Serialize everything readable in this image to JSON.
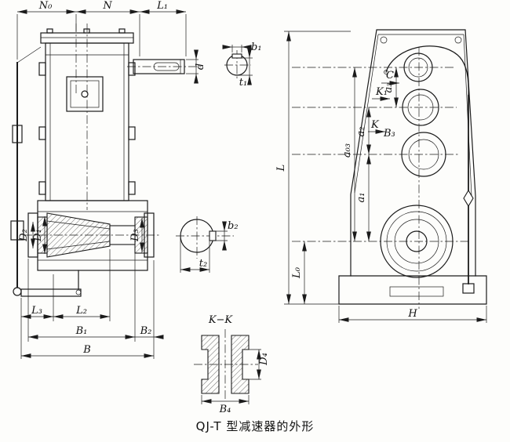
{
  "caption": "QJ-T 型减速器的外形",
  "left_view": {
    "dims_top": {
      "n0": "N₀",
      "n": "N",
      "l1": "L₁"
    },
    "shaft_dim": "d",
    "bore_dims": {
      "d1": "D₁",
      "d2": "D₂",
      "d3": "D₃"
    },
    "dims_bottom": {
      "l3": "L₃",
      "l2": "L₂",
      "b1": "B₁",
      "b2": "B₂",
      "b": "B"
    }
  },
  "details": {
    "key_section_1": {
      "b1": "b₁",
      "t1": "t₁"
    },
    "key_section_2": {
      "b2": "b₂",
      "t2": "t₂"
    },
    "kk_section": {
      "title": "K−K",
      "d4": "D₄",
      "b4": "B₄"
    }
  },
  "right_view": {
    "callouts": {
      "c": "C",
      "k1": "K₁",
      "k": "K",
      "b3": "B₃"
    },
    "dims": {
      "a3": "a₃",
      "a2": "a₂",
      "a03": "a₀₃",
      "a1": "a₁",
      "l": "L",
      "l0": "L₀",
      "h": "H"
    }
  }
}
